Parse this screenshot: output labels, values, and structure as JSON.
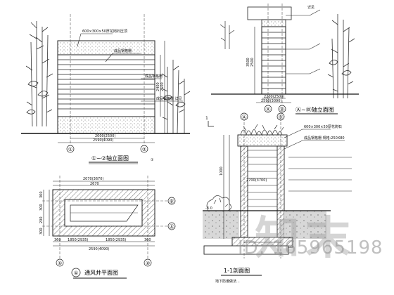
{
  "drawings": {
    "front_elevation": {
      "title": "①~②轴立面图",
      "axis_left": "①",
      "axis_right": "②",
      "scale_marker": "①",
      "notes": [
        "600×300×50厚花岗石压顶",
        "成品钢格栅",
        "成品钢格栅",
        "成品钢格栅 详见"
      ],
      "dims": [
        "2000(2500)",
        "2590(4090)"
      ],
      "height_marks": [
        "2400",
        "2500"
      ]
    },
    "side_elevation": {
      "title": "Ⓐ~Ⓑ轴立面图",
      "axis_left": "Ⓐ",
      "axis_right": "Ⓑ",
      "notes": [
        "详见"
      ],
      "dims": [
        "2200(2500)",
        "2590(3090)"
      ],
      "height_marks": [
        "2500",
        "3500"
      ]
    },
    "plan": {
      "title": "通风井平面图",
      "title_marker": "①",
      "axis_labels": [
        "Ⓑ",
        "Ⓐ",
        "①",
        "②"
      ],
      "top_dims": [
        "2070(3670)",
        "2670"
      ],
      "side_dims": [
        "300",
        "300",
        "200",
        "300"
      ],
      "bottom_dims": [
        "360",
        "1850(2935)",
        "1850(2935)",
        "360"
      ],
      "bottom_totals": [
        "2590(4090)"
      ]
    },
    "section": {
      "title": "1-1剖面图",
      "axis_left": "Ⓐ",
      "axis_right": "Ⓑ",
      "notes": [
        "600×300×50厚花岗石",
        "成品钢格栅 规格:250X80"
      ],
      "dims": [
        "2700(3700)",
        "1000"
      ],
      "height_marks": [
        "-3.0"
      ],
      "bottom_note": "地下防潮做法..."
    }
  },
  "watermark": {
    "brand": "知末",
    "id_text": "ID: 165965198"
  }
}
